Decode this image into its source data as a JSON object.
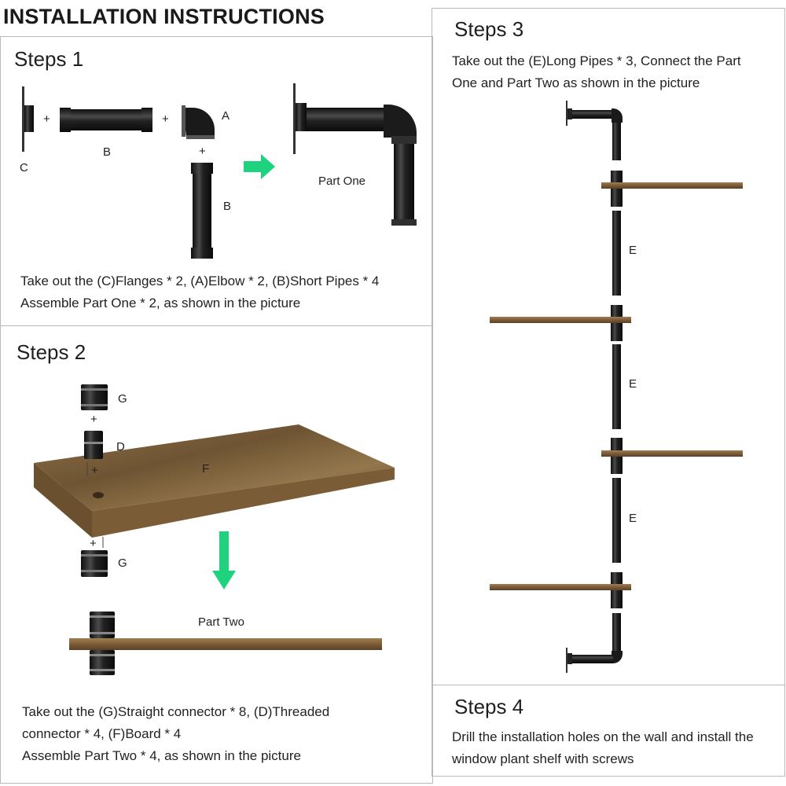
{
  "title": "INSTALLATION INSTRUCTIONS",
  "step1": {
    "heading": "Steps 1",
    "labels": {
      "c": "C",
      "b1": "B",
      "a": "A",
      "b2": "B",
      "plus": "+"
    },
    "part_label": "Part One",
    "text_line1": "Take out the (C)Flanges * 2, (A)Elbow * 2, (B)Short Pipes * 4",
    "text_line2": "Assemble Part One * 2, as shown in the picture"
  },
  "step2": {
    "heading": "Steps 2",
    "labels": {
      "g_top": "G",
      "d": "D",
      "f": "F",
      "g_bottom": "G",
      "plus": "+"
    },
    "part_label": "Part Two",
    "text_line1": "Take out the (G)Straight connector * 8, (D)Threaded",
    "text_line2": "connector * 4, (F)Board * 4",
    "text_line3": "Assemble Part Two * 4, as shown in the picture"
  },
  "step3": {
    "heading": "Steps 3",
    "text_line1": "Take out the (E)Long Pipes * 3, Connect the Part",
    "text_line2": "One and Part Two as shown in the picture",
    "labels": {
      "e1": "E",
      "e2": "E",
      "e3": "E"
    }
  },
  "step4": {
    "heading": "Steps 4",
    "text_line1": "Drill the installation holes on the wall and install the",
    "text_line2": "window plant shelf with screws"
  },
  "colors": {
    "arrow": "#1fd37e",
    "pipe": "#2b2b2b",
    "wood": "#8a6a43",
    "border": "#b9b9b9"
  }
}
